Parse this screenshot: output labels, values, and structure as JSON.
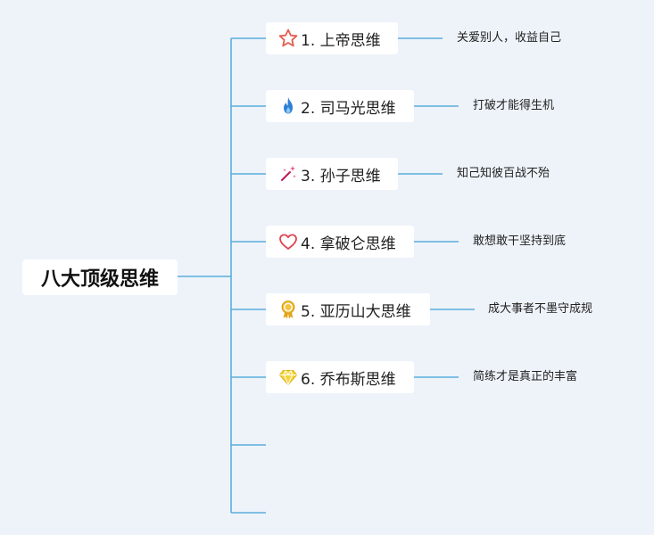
{
  "root": {
    "label": "八大顶级思维"
  },
  "branches": [
    {
      "label": "1. 上帝思维",
      "description": "关爱别人，收益自己",
      "icon": "star-icon"
    },
    {
      "label": "2. 司马光思维",
      "description": "打破才能得生机",
      "icon": "flame-icon"
    },
    {
      "label": "3. 孙子思维",
      "description": "知己知彼百战不殆",
      "icon": "magic-wand-icon"
    },
    {
      "label": "4. 拿破仑思维",
      "description": "敢想敢干坚持到底",
      "icon": "heart-icon"
    },
    {
      "label": "5. 亚历山大思维",
      "description": "成大事者不墨守成规",
      "icon": "medal-icon"
    },
    {
      "label": "6. 乔布斯思维",
      "description": "简练才是真正的丰富",
      "icon": "diamond-icon"
    }
  ],
  "colors": {
    "connector": "#5aaedb",
    "background": "#eef3fa",
    "node": "#ffffff"
  }
}
